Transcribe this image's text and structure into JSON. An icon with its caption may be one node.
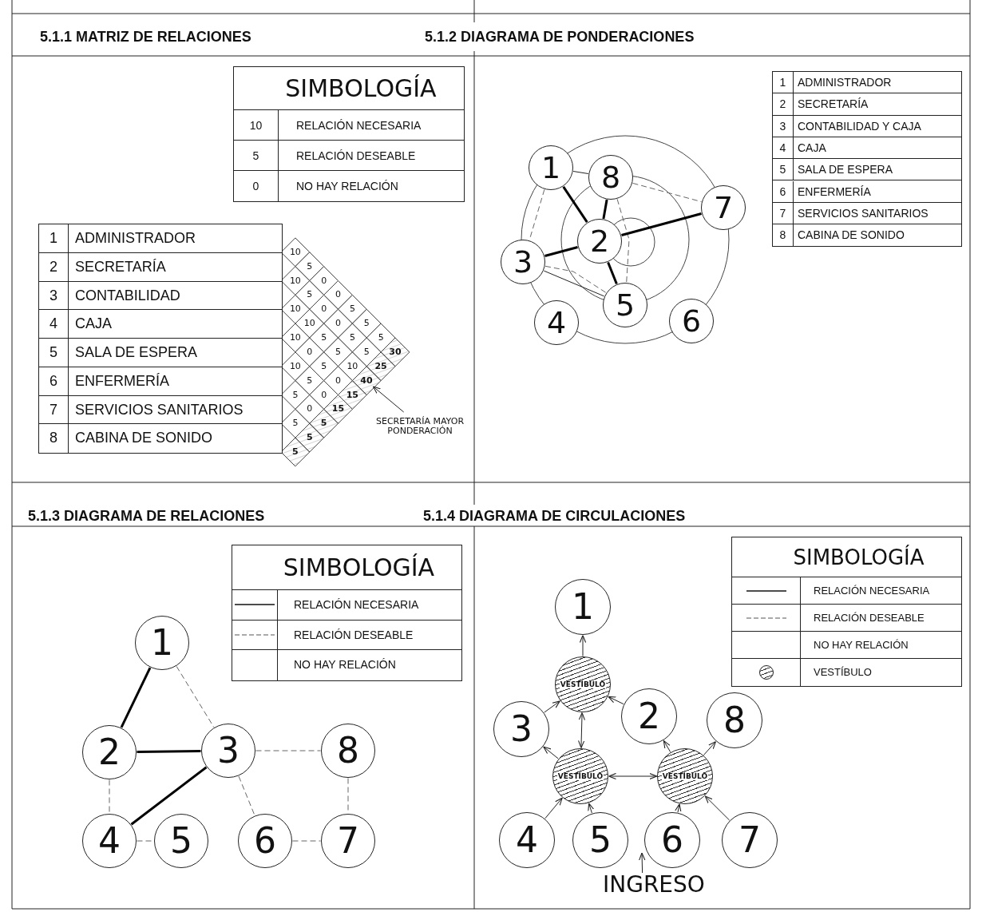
{
  "diagram": {
    "nodes": [
      {
        "text": [
          "1"
        ]
      },
      {
        "text": [
          "2"
        ]
      },
      {
        "text": [
          "3"
        ]
      },
      {
        "text": [
          "4"
        ]
      },
      {
        "text": [
          "5"
        ]
      },
      {
        "text": [
          "6"
        ]
      },
      {
        "text": [
          "7"
        ]
      },
      {
        "text": [
          "8"
        ]
      },
      {
        "text": [
          "1"
        ]
      },
      {
        "text": [
          "2"
        ]
      },
      {
        "text": [
          "3"
        ]
      },
      {
        "text": [
          "4"
        ]
      },
      {
        "text": [
          "5"
        ]
      },
      {
        "text": [
          "6"
        ]
      },
      {
        "text": [
          "7"
        ]
      },
      {
        "text": [
          "8"
        ]
      },
      {
        "text": [
          "1"
        ]
      },
      {
        "text": [
          "2"
        ]
      },
      {
        "text": [
          "3"
        ]
      },
      {
        "text": [
          "4"
        ]
      },
      {
        "text": [
          "5"
        ]
      },
      {
        "text": [
          "6"
        ]
      },
      {
        "text": [
          "7"
        ]
      },
      {
        "text": [
          "8"
        ]
      },
      {
        "text": [
          "VESTÍBULO"
        ]
      },
      {
        "text": [
          "VESTÍBULO"
        ]
      },
      {
        "text": [
          "VESTÍBULO"
        ]
      },
      {
        "text": [
          "SECRETARÍA MAYOR PONDERACIÓN"
        ]
      },
      {
        "text": [
          "INGRESO"
        ]
      },
      {
        "text": [
          "40"
        ]
      }
    ],
    "edges": [
      {
        "from": 0,
        "to": 7,
        "arrow": "none"
      },
      {
        "from": 0,
        "to": 1,
        "arrow": "none",
        "style": "thick"
      },
      {
        "from": 0,
        "to": 2,
        "arrow": "none",
        "style": "dashed"
      },
      {
        "from": 7,
        "to": 1,
        "arrow": "none",
        "style": "thick"
      },
      {
        "from": 7,
        "to": 4,
        "arrow": "none",
        "style": "dashed"
      },
      {
        "from": 7,
        "to": 6,
        "arrow": "none",
        "style": "dashed"
      },
      {
        "from": 1,
        "to": 6,
        "arrow": "none",
        "style": "thick"
      },
      {
        "from": 1,
        "to": 2,
        "arrow": "none",
        "style": "thick"
      },
      {
        "from": 1,
        "to": 4,
        "arrow": "none",
        "style": "thick"
      },
      {
        "from": 2,
        "to": 4,
        "arrow": "none"
      },
      {
        "from": 2,
        "to": 4,
        "arrow": "none",
        "style": "dashed"
      },
      {
        "from": 8,
        "to": 9,
        "arrow": "none",
        "style": "thick"
      },
      {
        "from": 8,
        "to": 10,
        "arrow": "none",
        "style": "dashed"
      },
      {
        "from": 9,
        "to": 10,
        "arrow": "none",
        "style": "thick"
      },
      {
        "from": 10,
        "to": 15,
        "arrow": "none",
        "style": "dashed"
      },
      {
        "from": 9,
        "to": 11,
        "arrow": "none",
        "style": "dashed"
      },
      {
        "from": 10,
        "to": 11,
        "arrow": "none",
        "style": "thick"
      },
      {
        "from": 11,
        "to": 12,
        "arrow": "none",
        "style": "dashed"
      },
      {
        "from": 10,
        "to": 13,
        "arrow": "none",
        "style": "dashed"
      },
      {
        "from": 15,
        "to": 14,
        "arrow": "none",
        "style": "dashed"
      },
      {
        "from": 13,
        "to": 14,
        "arrow": "none",
        "style": "dashed"
      },
      {
        "from": 24,
        "to": 16,
        "arrow": "to"
      },
      {
        "from": 18,
        "to": 24,
        "arrow": "to"
      },
      {
        "from": 17,
        "to": 24,
        "arrow": "to"
      },
      {
        "from": 24,
        "to": 25,
        "arrow": "both"
      },
      {
        "from": 25,
        "to": 18,
        "arrow": "to"
      },
      {
        "from": 25,
        "to": 26,
        "arrow": "both"
      },
      {
        "from": 19,
        "to": 25,
        "arrow": "to"
      },
      {
        "from": 20,
        "to": 25,
        "arrow": "to"
      },
      {
        "from": 26,
        "to": 17,
        "arrow": "to"
      },
      {
        "from": 26,
        "to": 23,
        "arrow": "to"
      },
      {
        "from": 21,
        "to": 26,
        "arrow": "to"
      },
      {
        "from": 22,
        "to": 26,
        "arrow": "to"
      },
      {
        "from": 27,
        "to": 29,
        "arrow": "to"
      },
      {
        "from": 28,
        "to": null,
        "arrow": "to"
      }
    ],
    "labels": [
      "5.1.1 MATRIZ DE RELACIONES",
      "5.1.2 DIAGRAMA DE PONDERACIONES",
      "SIMBOLOGÍA",
      "10",
      "RELACIÓN NECESARIA",
      "5",
      "RELACIÓN DESEABLE",
      "0",
      "NO HAY RELACIÓN",
      "1",
      "ADMINISTRADOR",
      "2",
      "SECRETARÍA",
      "3",
      "CONTABILIDAD Y CAJA",
      "4",
      "CAJA",
      "5",
      "SALA DE ESPERA",
      "6",
      "ENFERMERÍA",
      "7",
      "SERVICIOS SANITARIOS",
      "8",
      "CABINA DE SONIDO",
      "1",
      "ADMINISTRADOR",
      "2",
      "SECRETARÍA",
      "3",
      "CONTABILIDAD",
      "4",
      "CAJA",
      "5",
      "SALA DE ESPERA",
      "6",
      "ENFERMERÍA",
      "7",
      "SERVICIOS SANITARIOS",
      "8",
      "CABINA DE SONIDO",
      "10",
      "5",
      "10",
      "0",
      "5",
      "0",
      "10",
      "0",
      "5",
      "10",
      "0",
      "5",
      "10",
      "5",
      "5",
      "5",
      "0",
      "5",
      "5",
      "30",
      "10",
      "5",
      "10",
      "25",
      "5",
      "0",
      "5",
      "0",
      "15",
      "0",
      "15",
      "5",
      "5",
      "5",
      "5",
      "5.1.3 DIAGRAMA DE RELACIONES",
      "5.1.4 DIAGRAMA DE CIRCULACIONES",
      "SIMBOLOGÍA",
      "SIMBOLOGÍA"
    ],
    "legend": [
      {
        "text": "RELACIÓN NECESARIA"
      },
      {
        "text": "RELACIÓN DESEABLE"
      },
      {
        "text": "NO HAY RELACIÓN"
      },
      {
        "text": "RELACIÓN NECESARIA"
      },
      {
        "text": "RELACIÓN DESEABLE"
      },
      {
        "text": "NO HAY RELACIÓN"
      },
      {
        "text": "VESTÍBULO"
      }
    ]
  }
}
